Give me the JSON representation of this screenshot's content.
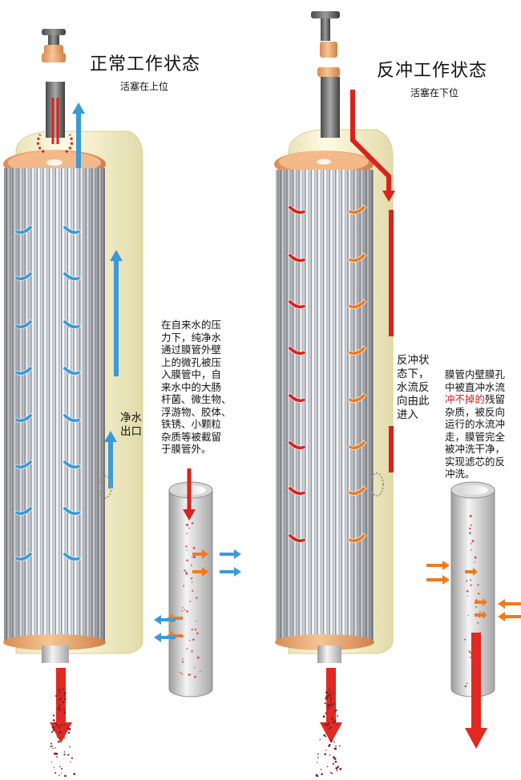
{
  "left": {
    "title": "正常工作状态",
    "subtitle": "活塞在上位",
    "outlet_label": "净水\n出口",
    "description": "在自来水的压\n力下，纯净水\n通过膜管外壁\n上的微孔被压\n入膜管中，自\n来水中的大肠\n杆菌、微生物、\n浮游物、胶体、\n铁锈、小颗粒\n杂质等被截留\n于膜管外。"
  },
  "right": {
    "title": "反冲工作状态",
    "subtitle": "活塞在下位",
    "inlet_label": "反冲状\n态下，\n水流反\n向由此\n进入",
    "description_before": "膜管内壁膜孔\n中被直冲水流\n",
    "description_highlight": "冲不掉的",
    "description_after": "残留\n杂质，被反向\n运行的水流冲\n走，膜管完全\n被冲洗干净，\n实现滤芯的反\n冲洗。"
  },
  "colors": {
    "normal_flow": "#3a9ad9",
    "backwash_flow": "#d8231d",
    "orange_flow": "#f07a1e",
    "housing": "#fbf6d2",
    "end_cap": "#f0b27a",
    "pleats": "#c9ccd2",
    "highlight_text": "#d81e1e"
  },
  "icons": [
    "piston-knob-icon",
    "water-arrow-icon",
    "membrane-tube-icon",
    "impurity-dots-icon"
  ]
}
